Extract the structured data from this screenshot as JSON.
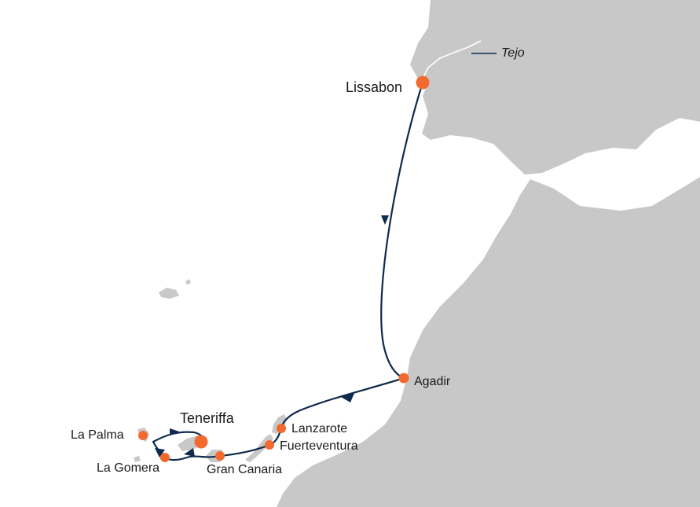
{
  "colors": {
    "sea": "#ffffff",
    "land": "#c8c8c8",
    "route": "#0e2a4d",
    "port": "#f26a2e",
    "text": "#1a1a1a"
  },
  "labels": {
    "tejo": "Tejo",
    "lissabon": "Lissabon",
    "agadir": "Agadir",
    "teneriffa": "Teneriffa",
    "la_palma": "La Palma",
    "la_gomera": "La Gomera",
    "lanzarote": "Lanzarote",
    "fuerteventura": "Fuerteventura",
    "gran_canaria": "Gran Canaria"
  },
  "route_order": [
    "Lissabon",
    "Agadir",
    "Lanzarote",
    "Fuerteventura",
    "Gran Canaria",
    "La Gomera",
    "La Palma",
    "Teneriffa"
  ],
  "icons": {
    "port_marker": "orange-dot-icon",
    "direction_arrow": "arrowhead-icon"
  }
}
